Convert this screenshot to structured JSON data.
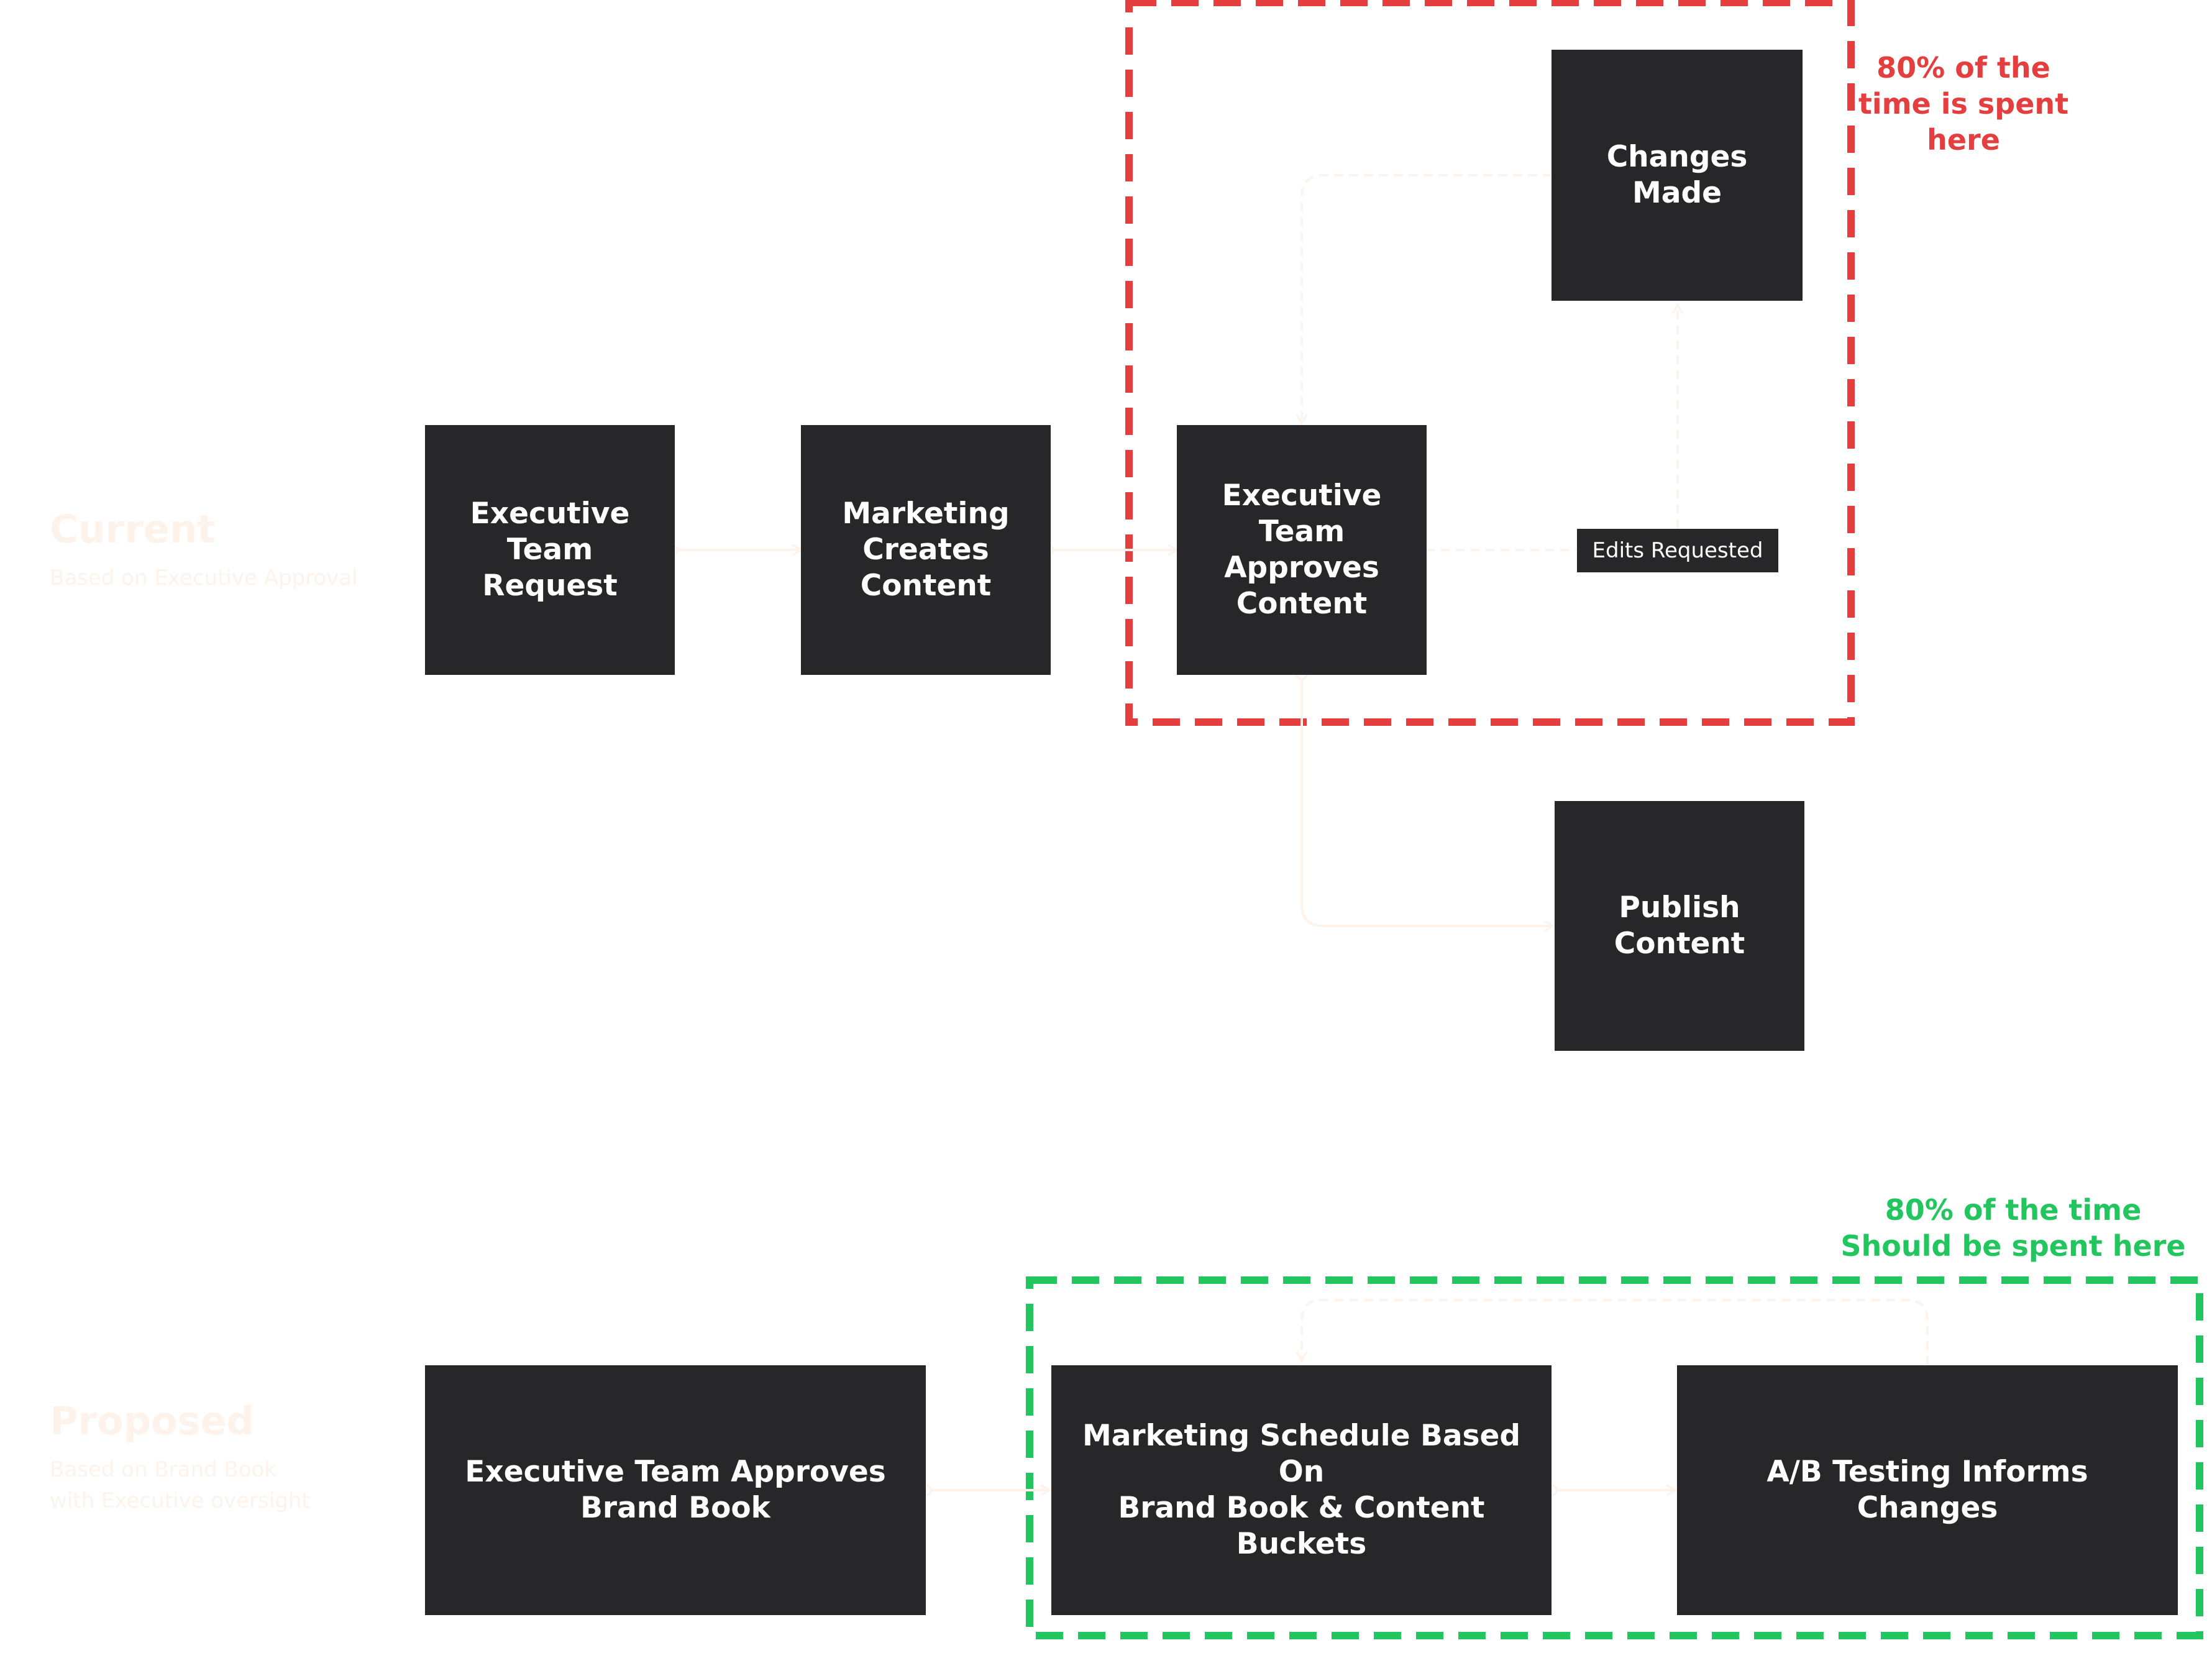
{
  "sections": {
    "current": {
      "title": "Current",
      "subtitle": "Based on Executive Approval"
    },
    "proposed": {
      "title": "Proposed",
      "subtitle": "Based on Brand Book\nwith Executive oversight"
    }
  },
  "nodes": {
    "exec_request": "Executive\nTeam\nRequest",
    "marketing_creates": "Marketing\nCreates\nContent",
    "exec_approves_content": "Executive\nTeam\nApproves\nContent",
    "changes_made": "Changes\nMade",
    "publish_content": "Publish\nContent",
    "exec_approves_brand_book": "Executive Team Approves\nBrand Book",
    "marketing_schedule": "Marketing Schedule Based On\nBrand Book & Content\nBuckets",
    "ab_testing": "A/B Testing Informs Changes"
  },
  "edge_labels": {
    "edits_requested": "Edits Requested"
  },
  "annotations": {
    "current_note": "80% of the\ntime is spent\nhere",
    "proposed_note": "80% of the time\nShould be spent here"
  },
  "colors": {
    "node_fill": "#27272a",
    "node_text": "#ffffff",
    "connector": "#fdf3ea",
    "current_highlight": "#e53e3e",
    "proposed_highlight": "#22c55e"
  }
}
